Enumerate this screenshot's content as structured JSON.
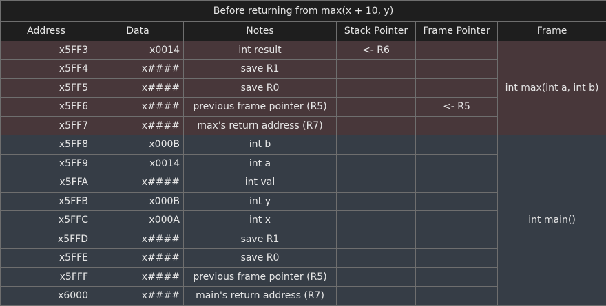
{
  "title": "Before returning from max(x + 10, y)",
  "columns": [
    "Address",
    "Data",
    "Notes",
    "Stack Pointer",
    "Frame Pointer",
    "Frame"
  ],
  "frames": [
    {
      "label": "int max(int a, int b)",
      "color": "#48373a",
      "rows": [
        {
          "address": "x5FF3",
          "data": "x0014",
          "notes": "int result",
          "sp": "<- R6",
          "fp": ""
        },
        {
          "address": "x5FF4",
          "data": "x####",
          "notes": "save R1",
          "sp": "",
          "fp": ""
        },
        {
          "address": "x5FF5",
          "data": "x####",
          "notes": "save R0",
          "sp": "",
          "fp": ""
        },
        {
          "address": "x5FF6",
          "data": "x####",
          "notes": "previous frame pointer (R5)",
          "sp": "",
          "fp": "<- R5"
        },
        {
          "address": "x5FF7",
          "data": "x####",
          "notes": "max's return address (R7)",
          "sp": "",
          "fp": ""
        }
      ]
    },
    {
      "label": "int main()",
      "color": "#363d46",
      "rows": [
        {
          "address": "x5FF8",
          "data": "x000B",
          "notes": "int b",
          "sp": "",
          "fp": ""
        },
        {
          "address": "x5FF9",
          "data": "x0014",
          "notes": "int a",
          "sp": "",
          "fp": ""
        },
        {
          "address": "x5FFA",
          "data": "x####",
          "notes": "int val",
          "sp": "",
          "fp": ""
        },
        {
          "address": "x5FFB",
          "data": "x000B",
          "notes": "int y",
          "sp": "",
          "fp": ""
        },
        {
          "address": "x5FFC",
          "data": "x000A",
          "notes": "int x",
          "sp": "",
          "fp": ""
        },
        {
          "address": "x5FFD",
          "data": "x####",
          "notes": "save R1",
          "sp": "",
          "fp": ""
        },
        {
          "address": "x5FFE",
          "data": "x####",
          "notes": "save R0",
          "sp": "",
          "fp": ""
        },
        {
          "address": "x5FFF",
          "data": "x####",
          "notes": "previous frame pointer (R5)",
          "sp": "",
          "fp": ""
        },
        {
          "address": "x6000",
          "data": "x####",
          "notes": "main's return address (R7)",
          "sp": "",
          "fp": ""
        }
      ]
    }
  ]
}
